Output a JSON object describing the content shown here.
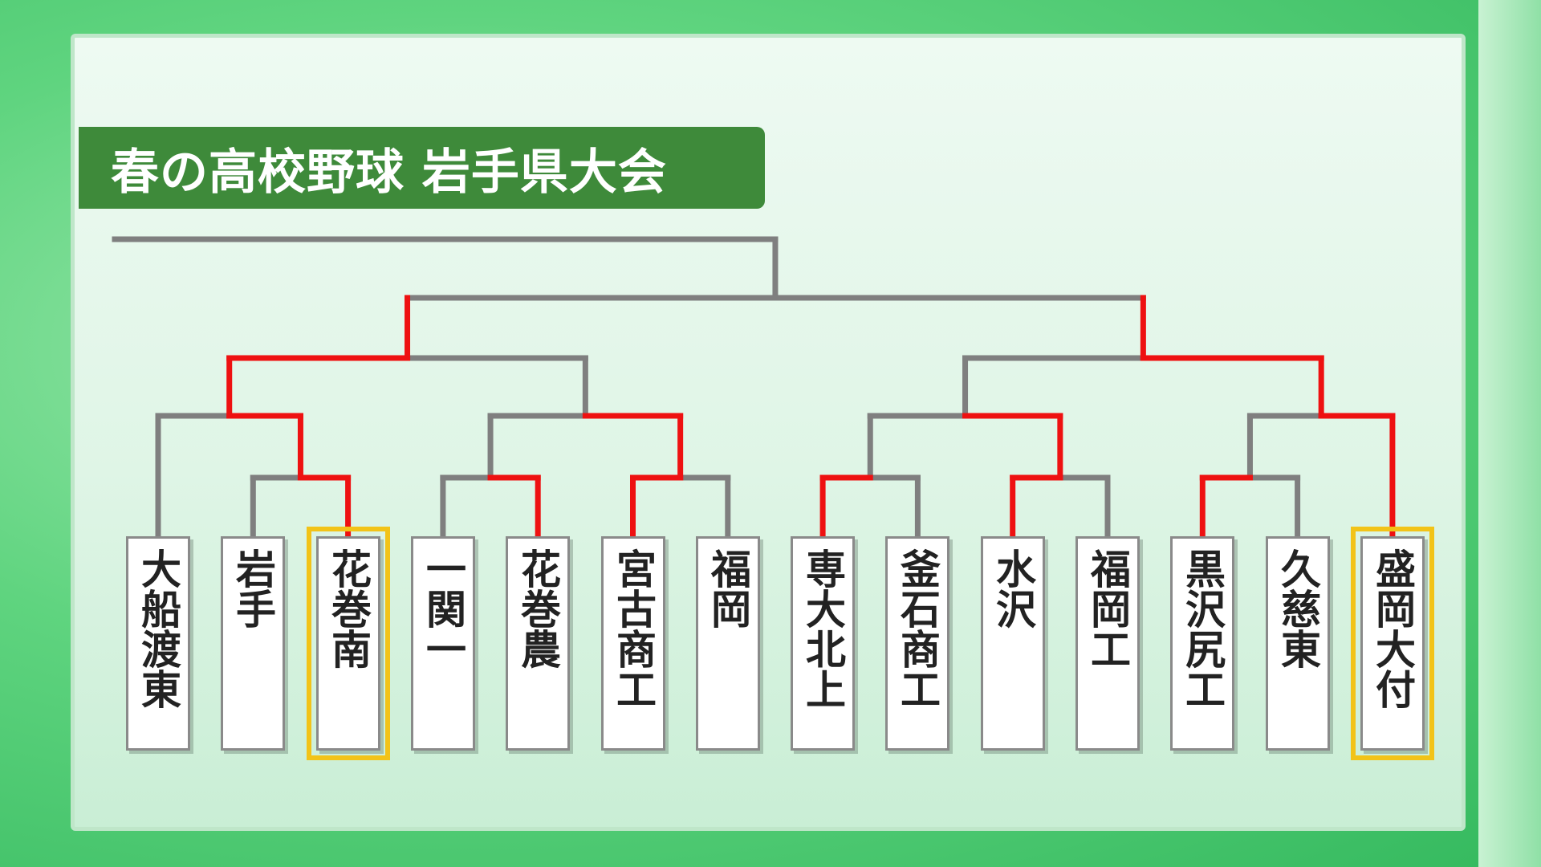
{
  "title": "春の高校野球 岩手県大会",
  "colors": {
    "panel_bg": "#e6f7ec",
    "title_bg": "#3e8a3a",
    "line_default": "#7f7f7f",
    "line_winner": "#ee1111",
    "winner_outline": "#f2c318"
  },
  "teams": [
    {
      "name": "大船渡東",
      "winner": false
    },
    {
      "name": "岩手",
      "winner": false
    },
    {
      "name": "花巻南",
      "winner": true
    },
    {
      "name": "一関一",
      "winner": false
    },
    {
      "name": "花巻農",
      "winner": false
    },
    {
      "name": "宮古商工",
      "winner": false
    },
    {
      "name": "福岡",
      "winner": false
    },
    {
      "name": "専大北上",
      "winner": false
    },
    {
      "name": "釜石商工",
      "winner": false
    },
    {
      "name": "水沢",
      "winner": false
    },
    {
      "name": "福岡工",
      "winner": false
    },
    {
      "name": "黒沢尻工",
      "winner": false
    },
    {
      "name": "久慈東",
      "winner": false
    },
    {
      "name": "盛岡大付",
      "winner": true
    }
  ]
}
